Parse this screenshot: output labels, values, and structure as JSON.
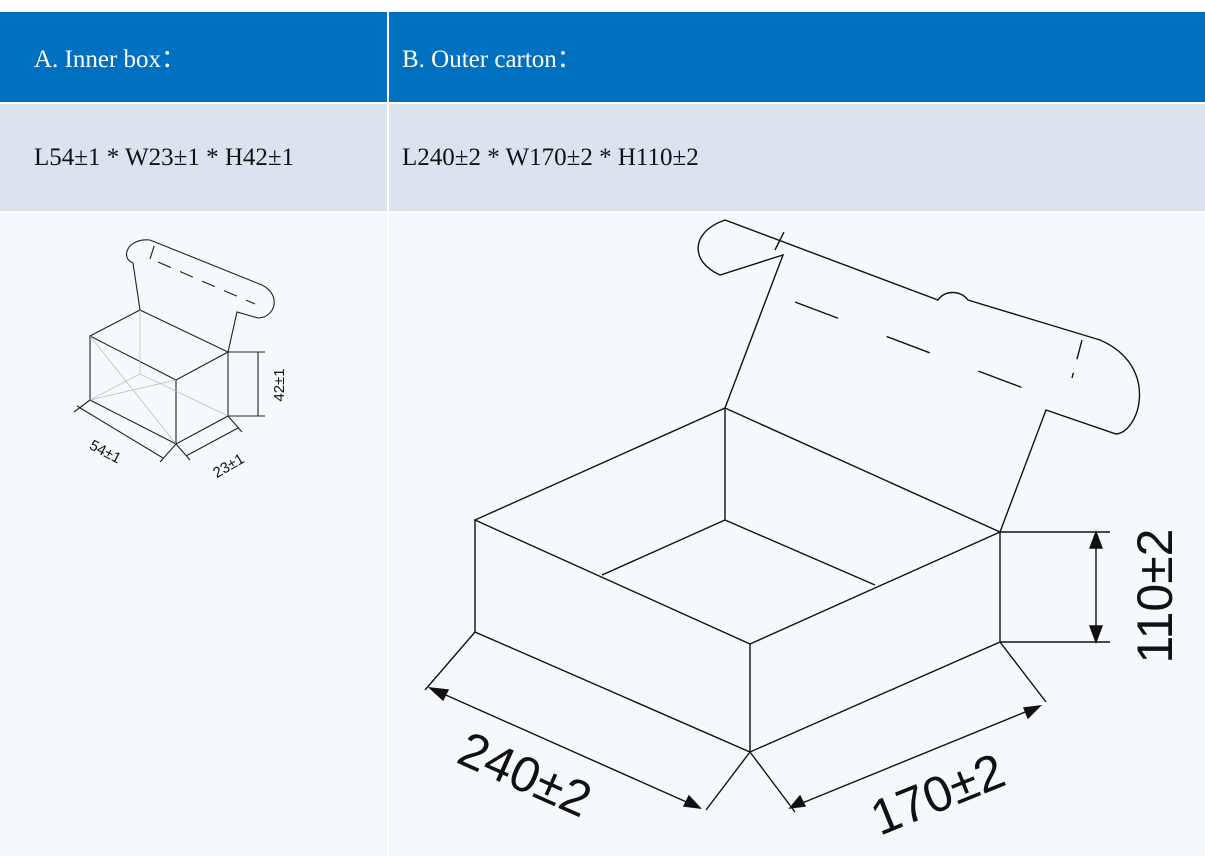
{
  "inner_box": {
    "header": "A. Inner box：",
    "dimensions": "L54±1 * W23±1 * H42±1",
    "length_label": "54±1",
    "width_label": "23±1",
    "height_label": "42±1"
  },
  "outer_carton": {
    "header": "B. Outer carton：",
    "dimensions": "L240±2 * W170±2 * H110±2",
    "length_label": "240±2",
    "width_label": "170±2",
    "height_label": "110±2"
  },
  "colors": {
    "header_bg": "#0070c0",
    "dimension_row_bg": "#dbe3ee",
    "drawing_bg": "#f5f8fc"
  }
}
